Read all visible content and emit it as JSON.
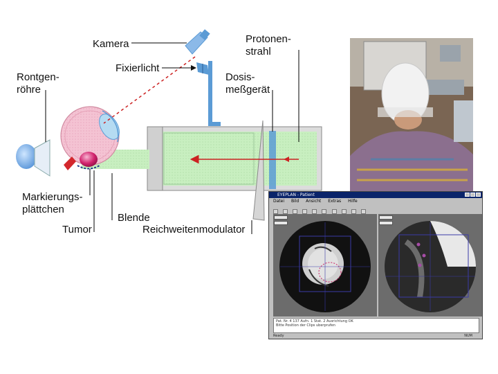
{
  "labels": {
    "kamera": "Kamera",
    "protonenstrahl_1": "Protonen-",
    "protonenstrahl_2": "strahl",
    "roentgen_1": "Rontgen-",
    "roentgen_2": "röhre",
    "fixierlicht": "Fixierlicht",
    "dosis_1": "Dosis-",
    "dosis_2": "meßgerät",
    "markierung_1": "Markierungs-",
    "markierung_2": "plättchen",
    "blende": "Blende",
    "tumor": "Tumor",
    "reichweitenmodulator": "Reichweitenmodulator"
  },
  "screenshot": {
    "title": "EYEPLAN - Patient",
    "menu": [
      "Datei",
      "Bild",
      "Ansicht",
      "Extras",
      "Hilfe"
    ],
    "status_lines": [
      "Pat. Nr. 4 137   Aufn. 1   Stat. 2  Ausrichtung OK",
      "Bitte Position der Clips uberprufen"
    ],
    "status_left": "Ready",
    "status_right": "NUM"
  },
  "colors": {
    "beam": "#c8efc0",
    "beam_dark": "#a9dda2",
    "blue_parts": "#5b9bd5",
    "eye": "#f0b6c8",
    "tumor": "#c2185b",
    "arrow": "#cc2222"
  }
}
